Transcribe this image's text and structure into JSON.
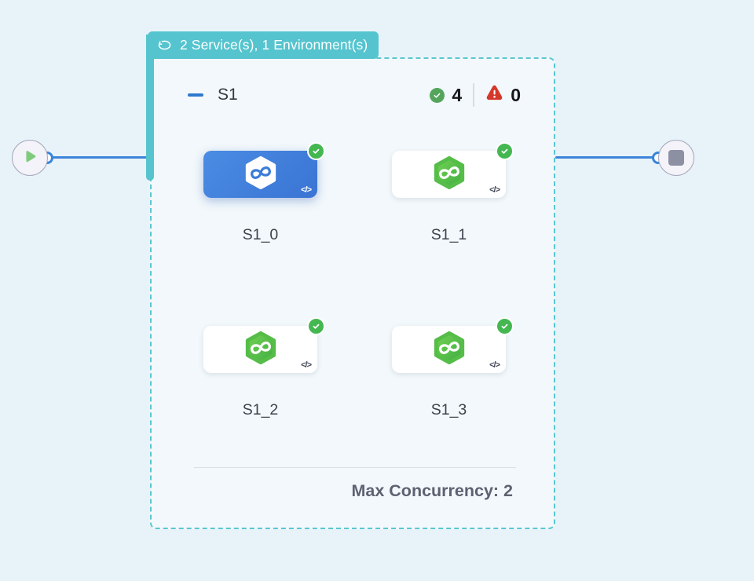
{
  "flow": {
    "start_node": {
      "icon": "play-icon"
    },
    "end_node": {
      "icon": "stop-icon"
    }
  },
  "badge": {
    "icon": "cycle-icon",
    "label": "2 Service(s), 1 Environment(s)"
  },
  "stage": {
    "title": "S1",
    "status": {
      "success_icon": "check-circle-icon",
      "success_count": "4",
      "error_icon": "warning-triangle-icon",
      "error_count": "0"
    },
    "services": [
      {
        "id": "S1_0",
        "selected": true,
        "status_icon": "check-badge-icon",
        "service_icon": "infinity-hexagon-icon",
        "code_glyph": "</>"
      },
      {
        "id": "S1_1",
        "selected": false,
        "status_icon": "check-badge-icon",
        "service_icon": "infinity-hexagon-icon",
        "code_glyph": "</>"
      },
      {
        "id": "S1_2",
        "selected": false,
        "status_icon": "check-badge-icon",
        "service_icon": "infinity-hexagon-icon",
        "code_glyph": "</>"
      },
      {
        "id": "S1_3",
        "selected": false,
        "status_icon": "check-badge-icon",
        "service_icon": "infinity-hexagon-icon",
        "code_glyph": "</>"
      }
    ],
    "footer": {
      "max_concurrency": "Max Concurrency: 2"
    }
  },
  "colors": {
    "canvas_bg": "#e8f3f9",
    "accent_teal": "#55c4ce",
    "edge_blue": "#3e84da",
    "success_green": "#45b751",
    "header_check_green": "#54a55b",
    "error_red": "#d4382b",
    "selected_card_blue": "#3f7edb"
  }
}
